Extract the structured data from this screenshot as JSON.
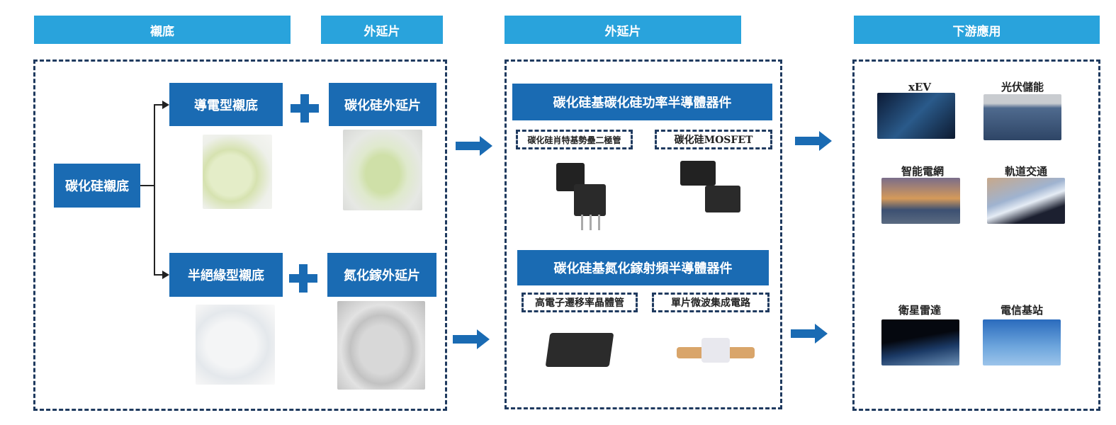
{
  "headers": {
    "substrate": "襯底",
    "epi_left": "外延片",
    "epi_mid": "外延片",
    "downstream": "下游應用"
  },
  "substrate": {
    "root": "碳化硅襯底",
    "conductive": "導電型襯底",
    "semi_insulating": "半絕緣型襯底",
    "sic_epi": "碳化硅外延片",
    "gan_epi": "氮化鎵外延片"
  },
  "devices": {
    "power": {
      "title": "碳化硅基碳化硅功率半導體器件",
      "items": [
        "碳化硅肖特基勢壘二極管",
        "碳化硅MOSFET"
      ]
    },
    "rf": {
      "title": "碳化硅基氮化鎵射頻半導體器件",
      "items": [
        "高電子遷移率晶體管",
        "單片微波集成電路"
      ]
    }
  },
  "applications": [
    "xEV",
    "光伏儲能",
    "智能電網",
    "軌道交通",
    "衛星雷達",
    "電信基站"
  ],
  "colors": {
    "header": "#29a3dc",
    "box": "#1a6bb3",
    "dash": "#1f3a5f"
  }
}
